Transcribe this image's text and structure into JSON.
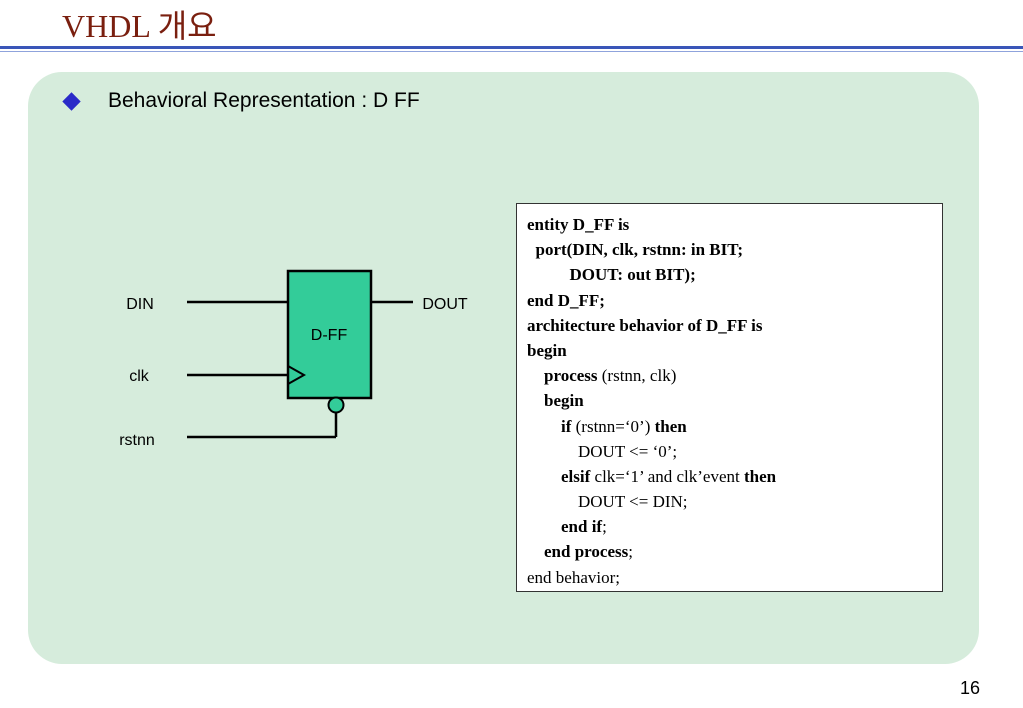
{
  "slide": {
    "title": "VHDL 개요",
    "bullet": "Behavioral Representation : D FF",
    "page_number": "16"
  },
  "diagram": {
    "block_label": "D-FF",
    "inputs": [
      "DIN",
      "clk",
      "rstnn"
    ],
    "output": "DOUT",
    "colors": {
      "block_fill": "#33cc99",
      "panel": "#d6ecdc"
    }
  },
  "code": {
    "lines": [
      [
        {
          "t": "entity D_FF is",
          "b": true
        }
      ],
      [
        {
          "t": "  port(DIN, clk, rstnn: in BIT;",
          "b": true
        }
      ],
      [
        {
          "t": "          DOUT: out BIT);",
          "b": true
        }
      ],
      [
        {
          "t": "end D_FF;",
          "b": true
        }
      ],
      [
        {
          "t": "architecture behavior of D_FF is",
          "b": true
        }
      ],
      [
        {
          "t": "begin",
          "b": true
        }
      ],
      [
        {
          "t": "    process",
          "b": true
        },
        {
          "t": " (rstnn, clk)",
          "b": false
        }
      ],
      [
        {
          "t": "    begin",
          "b": true
        }
      ],
      [
        {
          "t": "        if",
          "b": true
        },
        {
          "t": " (rstnn=‘0’) ",
          "b": false
        },
        {
          "t": "then",
          "b": true
        }
      ],
      [
        {
          "t": "            DOUT <= ‘0’;",
          "b": false
        }
      ],
      [
        {
          "t": "        elsif",
          "b": true
        },
        {
          "t": " clk=‘1’ and clk’event ",
          "b": false
        },
        {
          "t": "then",
          "b": true
        }
      ],
      [
        {
          "t": "            DOUT <= DIN;",
          "b": false
        }
      ],
      [
        {
          "t": "        end if",
          "b": true
        },
        {
          "t": ";",
          "b": false
        }
      ],
      [
        {
          "t": "    end process",
          "b": true
        },
        {
          "t": ";",
          "b": false
        }
      ],
      [
        {
          "t": "end behavior;",
          "b": false
        }
      ]
    ]
  }
}
